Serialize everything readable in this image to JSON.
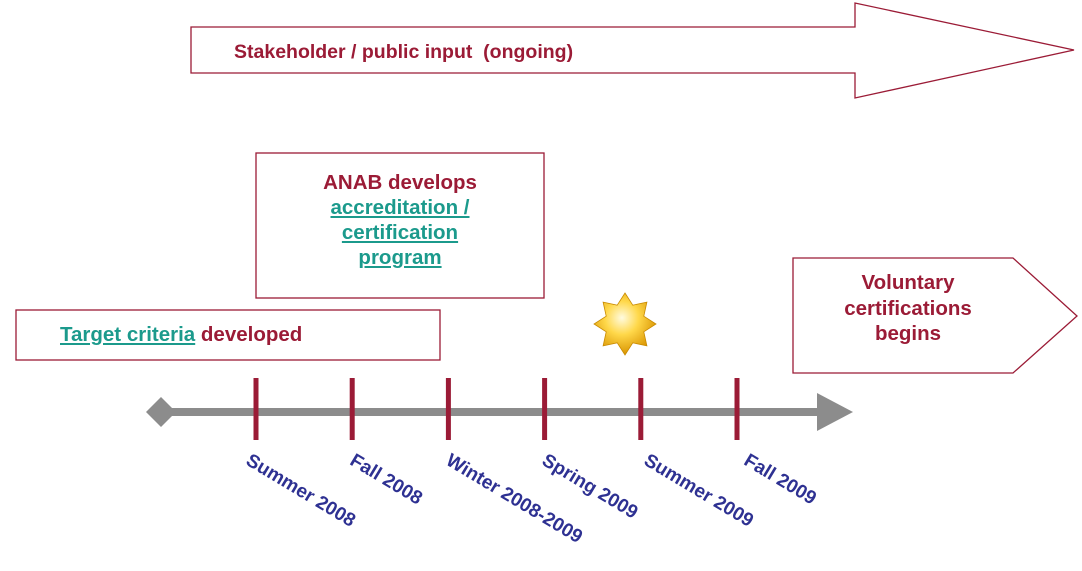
{
  "stakeholder_arrow": {
    "label": "Stakeholder / public input  (ongoing)"
  },
  "anab_box": {
    "lead": "ANAB develops",
    "link_lines": [
      "accreditation /",
      "certification",
      "program"
    ]
  },
  "target_box": {
    "link": "Target criteria",
    "rest": " developed"
  },
  "voluntary_arrow": {
    "lines": [
      "Voluntary",
      "certifications",
      "begins"
    ]
  },
  "timeline": {
    "ticks": [
      "Summer 2008",
      "Fall 2008",
      "Winter 2008-2009",
      "Spring 2009",
      "Summer 2009",
      "Fall 2009"
    ],
    "milestone_marker": "sun-icon",
    "milestone_tick": "Summer 2009"
  },
  "colors": {
    "accent_red": "#9b1b36",
    "link_teal": "#1b9a8c",
    "tick_label_blue": "#2e3192",
    "axis_gray": "#8c8c8c",
    "sun_gold": "#f2b516"
  }
}
